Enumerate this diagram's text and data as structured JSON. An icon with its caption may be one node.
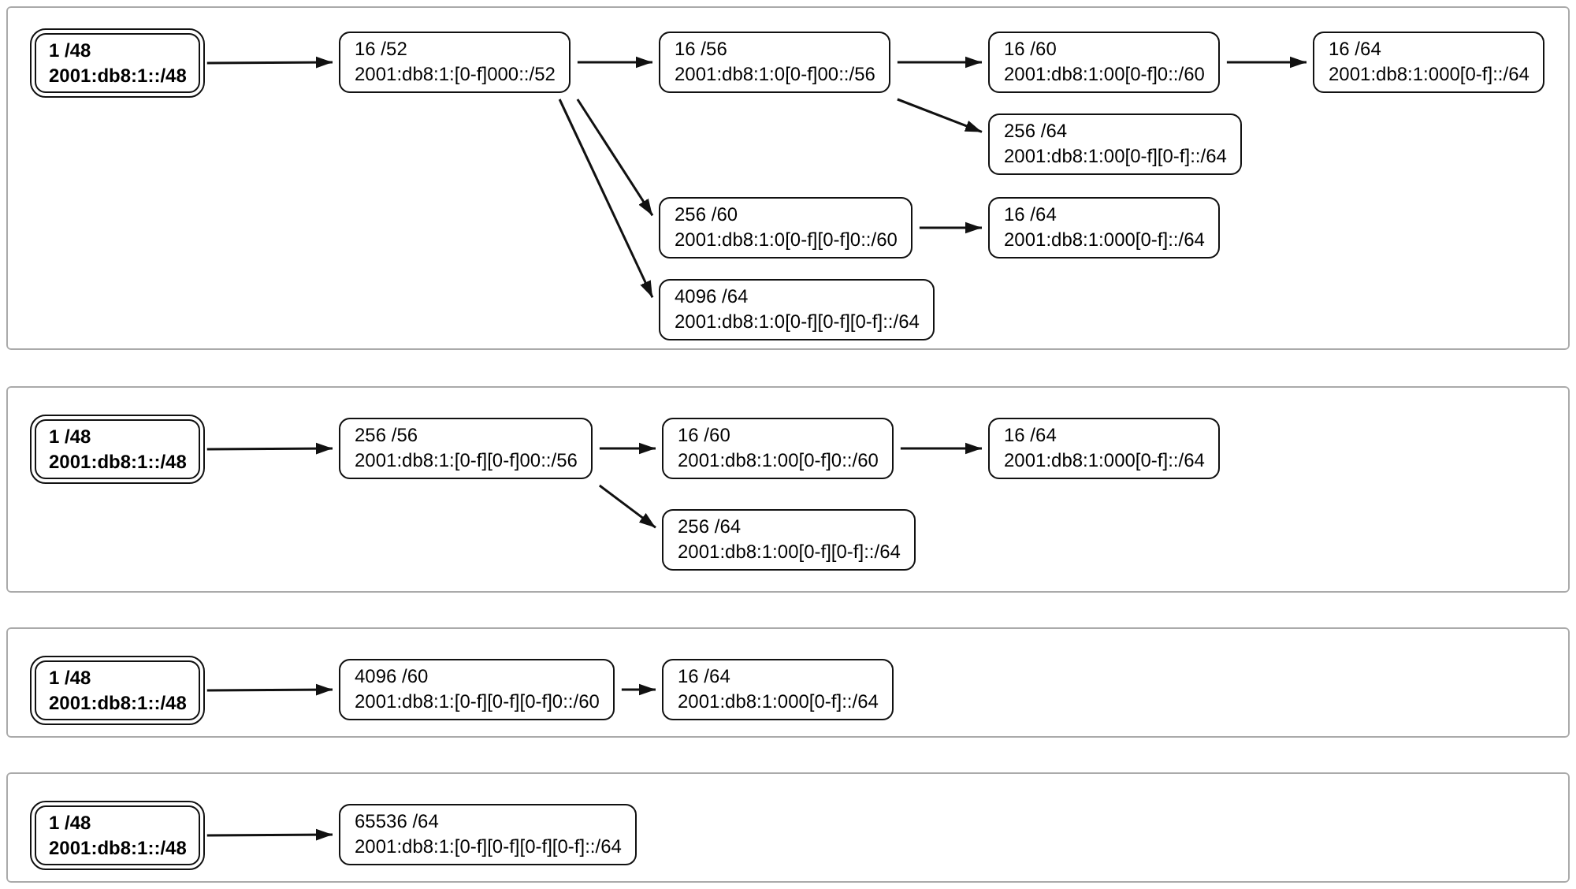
{
  "diagram": {
    "nodes": [
      {
        "text": [],
        "shape": "box"
      },
      {
        "text": [
          "1 /48",
          "2001:db8:1::/48"
        ],
        "in": 0
      },
      {
        "text": [
          "16 /52",
          "2001:db8:1:[0-f]000::/52"
        ],
        "in": 0
      },
      {
        "text": [
          "16 /56",
          "2001:db8:1:0[0-f]00::/56"
        ],
        "in": 0
      },
      {
        "text": [
          "16 /60",
          "2001:db8:1:00[0-f]0::/60"
        ],
        "in": 0
      },
      {
        "text": [
          "16 /64",
          "2001:db8:1:000[0-f]::/64"
        ],
        "in": 0
      },
      {
        "text": [
          "256 /64",
          "2001:db8:1:00[0-f][0-f]::/64"
        ],
        "in": 0
      },
      {
        "text": [
          "256 /60",
          "2001:db8:1:0[0-f][0-f]0::/60"
        ],
        "in": 0
      },
      {
        "text": [
          "16 /64",
          "2001:db8:1:000[0-f]::/64"
        ],
        "in": 0
      },
      {
        "text": [
          "4096 /64",
          "2001:db8:1:0[0-f][0-f][0-f]::/64"
        ],
        "in": 0
      },
      {
        "text": [],
        "shape": "box"
      },
      {
        "text": [
          "1 /48",
          "2001:db8:1::/48"
        ],
        "in": 10
      },
      {
        "text": [
          "256 /56",
          "2001:db8:1:[0-f][0-f]00::/56"
        ],
        "in": 10
      },
      {
        "text": [
          "16 /60",
          "2001:db8:1:00[0-f]0::/60"
        ],
        "in": 10
      },
      {
        "text": [
          "16 /64",
          "2001:db8:1:000[0-f]::/64"
        ],
        "in": 10
      },
      {
        "text": [
          "256 /64",
          "2001:db8:1:00[0-f][0-f]::/64"
        ],
        "in": 10
      },
      {
        "text": [],
        "shape": "box"
      },
      {
        "text": [
          "1 /48",
          "2001:db8:1::/48"
        ],
        "in": 16
      },
      {
        "text": [
          "4096 /60",
          "2001:db8:1:[0-f][0-f][0-f]0::/60"
        ],
        "in": 16
      },
      {
        "text": [
          "16 /64",
          "2001:db8:1:000[0-f]::/64"
        ],
        "in": 16
      },
      {
        "text": [],
        "shape": "box"
      },
      {
        "text": [
          "1 /48",
          "2001:db8:1::/48"
        ],
        "in": 20
      },
      {
        "text": [
          "65536 /64",
          "2001:db8:1:[0-f][0-f][0-f][0-f]::/64"
        ],
        "in": 20
      }
    ],
    "edges": [
      {
        "from": 1,
        "to": 2,
        "arrow": "to"
      },
      {
        "from": 2,
        "to": 3,
        "arrow": "to"
      },
      {
        "from": 2,
        "to": 7,
        "arrow": "to"
      },
      {
        "from": 2,
        "to": 9,
        "arrow": "to"
      },
      {
        "from": 3,
        "to": 4,
        "arrow": "to"
      },
      {
        "from": 3,
        "to": 6,
        "arrow": "to"
      },
      {
        "from": 4,
        "to": 5,
        "arrow": "to"
      },
      {
        "from": 7,
        "to": 8,
        "arrow": "to"
      },
      {
        "from": 11,
        "to": 12,
        "arrow": "to"
      },
      {
        "from": 12,
        "to": 13,
        "arrow": "to"
      },
      {
        "from": 12,
        "to": 15,
        "arrow": "to"
      },
      {
        "from": 13,
        "to": 14,
        "arrow": "to"
      },
      {
        "from": 17,
        "to": 18,
        "arrow": "to"
      },
      {
        "from": 18,
        "to": 19,
        "arrow": "to"
      },
      {
        "from": 21,
        "to": 22,
        "arrow": "to"
      }
    ]
  }
}
